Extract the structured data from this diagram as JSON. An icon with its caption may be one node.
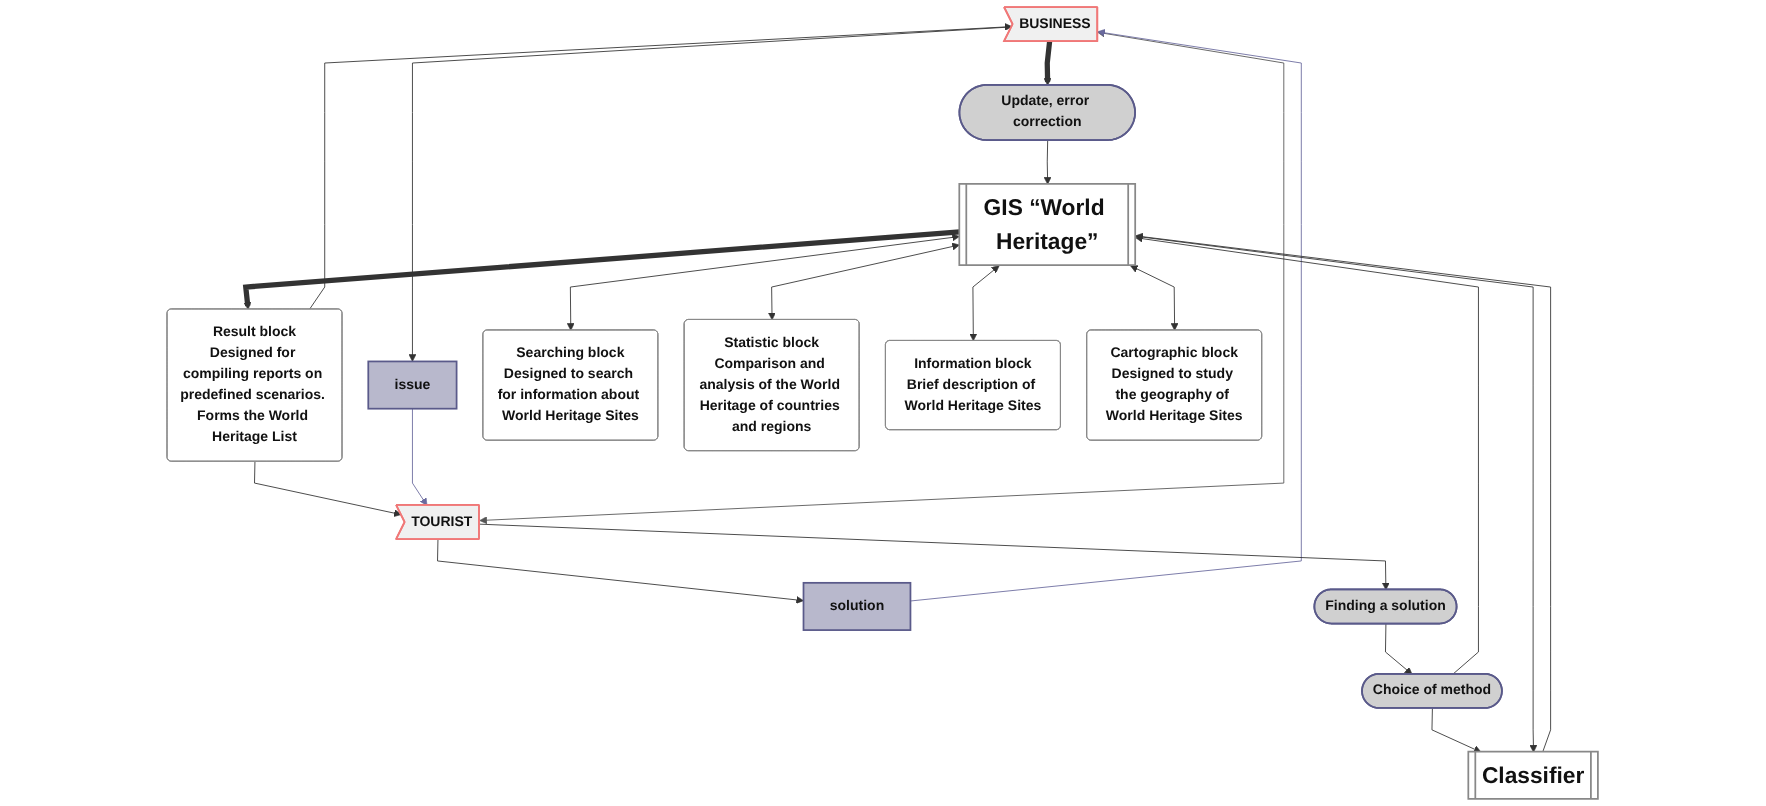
{
  "diagram": {
    "nodes": [
      {
        "text": [
          "BUSINESS"
        ]
      },
      {
        "text": [
          "Update, error correction"
        ]
      },
      {
        "text": [
          "issue"
        ]
      },
      {
        "text": [
          "solution"
        ]
      },
      {
        "text": [
          "Result block",
          "Designed for compiling reports on predefined scenarios. Forms the World Heritage List"
        ]
      },
      {
        "text": [
          "Searching block",
          "Designed to search for information about World Heritage Sites"
        ]
      },
      {
        "text": [
          "Statistic block",
          "Comparison and analysis of the World Heritage of countries and regions"
        ]
      },
      {
        "text": [
          "GIS “World Heritage”"
        ]
      },
      {
        "text": [
          "Information block",
          "Brief description of World Heritage Sites"
        ]
      },
      {
        "text": [
          "Cartographic block",
          "Designed to study the geography of World Heritage Sites"
        ]
      },
      {
        "text": [
          "TOURIST"
        ]
      },
      {
        "text": [
          "Finding a solution"
        ]
      },
      {
        "text": [
          "Choice of method"
        ]
      },
      {
        "text": [
          "Classifier"
        ]
      }
    ],
    "edges": [
      {
        "from": 0,
        "to": 1,
        "arrow": "to",
        "style": "thick"
      },
      {
        "from": 1,
        "to": 7,
        "arrow": "to"
      },
      {
        "from": 0,
        "to": 2,
        "arrow": "to"
      },
      {
        "from": 4,
        "to": 0,
        "arrow": "to"
      },
      {
        "from": 7,
        "to": 4,
        "arrow": "to",
        "style": "thick"
      },
      {
        "from": 4,
        "to": 10,
        "arrow": "to"
      },
      {
        "from": 10,
        "to": 3,
        "arrow": "to"
      },
      {
        "from": 10,
        "to": 0,
        "arrow": "both",
        "color": "#555555"
      },
      {
        "from": 2,
        "to": 10,
        "arrow": "to",
        "color": "#6a6a9e"
      },
      {
        "from": 3,
        "to": 0,
        "arrow": "to",
        "color": "#6a6a9e"
      },
      {
        "from": 10,
        "to": 11,
        "arrow": "to"
      },
      {
        "from": 11,
        "to": 12,
        "arrow": "to"
      },
      {
        "from": 12,
        "to": 13,
        "arrow": "to"
      },
      {
        "from": 12,
        "to": 7,
        "arrow": "to"
      },
      {
        "from": 7,
        "to": 13,
        "arrow": "to"
      },
      {
        "from": 13,
        "to": 7,
        "arrow": "to"
      },
      {
        "from": 7,
        "to": 5,
        "arrow": "both"
      },
      {
        "from": 7,
        "to": 6,
        "arrow": "both"
      },
      {
        "from": 7,
        "to": 8,
        "arrow": "both"
      },
      {
        "from": 7,
        "to": 9,
        "arrow": "both"
      }
    ]
  }
}
